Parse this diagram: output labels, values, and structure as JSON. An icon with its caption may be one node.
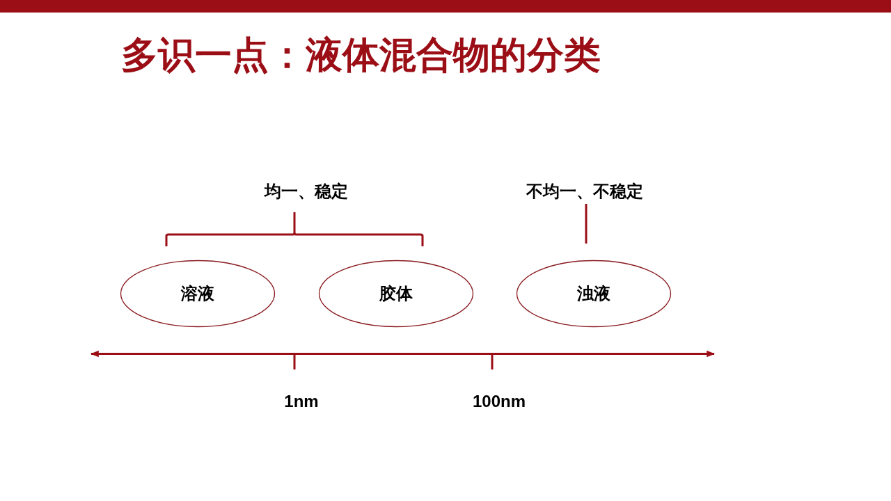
{
  "diagram": {
    "title": "多识一点：液体混合物的分类",
    "nodes": [
      {
        "text": [],
        "shape": "bar"
      },
      {
        "text": [
          "溶液"
        ]
      },
      {
        "text": [
          "胶体"
        ]
      },
      {
        "text": [
          "浊液"
        ]
      }
    ],
    "labels": [
      "均一、稳定",
      "不均一、不稳定",
      "1nm",
      "100nm"
    ]
  }
}
